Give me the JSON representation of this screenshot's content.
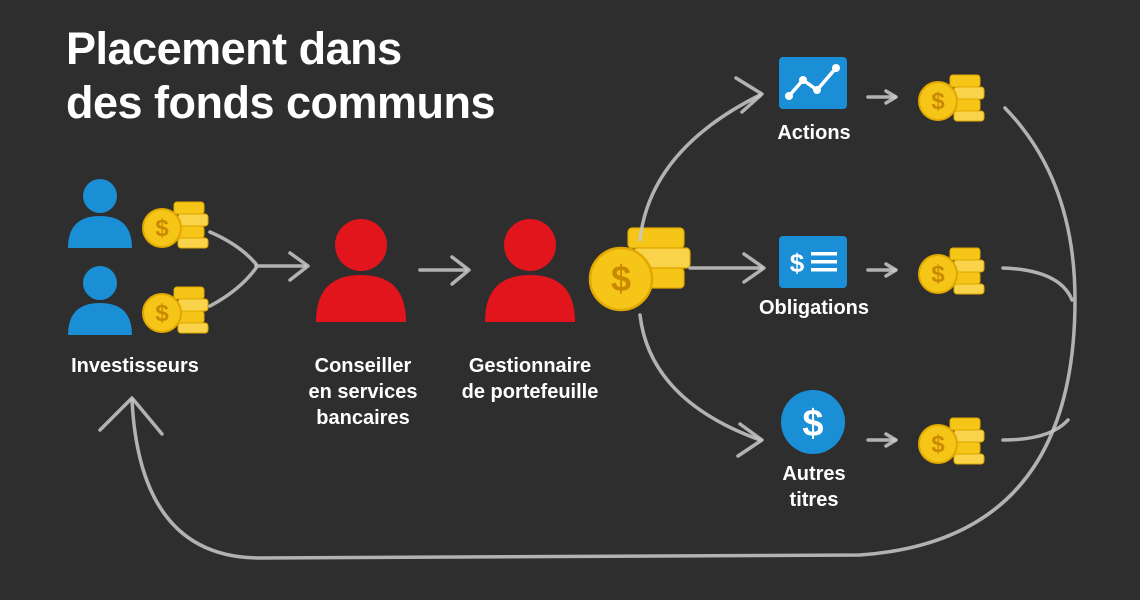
{
  "title": {
    "line1": "Placement dans",
    "line2": "des fonds communs"
  },
  "nodes": {
    "investors": {
      "label": "Investisseurs"
    },
    "advisor": {
      "line1": "Conseiller",
      "line2": "en services",
      "line3": "bancaires"
    },
    "manager": {
      "line1": "Gestionnaire",
      "line2": "de portefeuille"
    },
    "stocks": {
      "label": "Actions",
      "icon": "line-chart-icon"
    },
    "bonds": {
      "label": "Obligations",
      "icon": "bond-certificate-icon"
    },
    "other": {
      "line1": "Autres",
      "line2": "titres",
      "icon": "dollar-circle-icon"
    }
  },
  "colors": {
    "background": "#2e2e2e",
    "investor_blue": "#1a8fd6",
    "intermediary_red": "#e2141c",
    "coin_gold": "#f5c518",
    "icon_blue": "#1a8fd6",
    "arrow": "#c9c9c9"
  }
}
